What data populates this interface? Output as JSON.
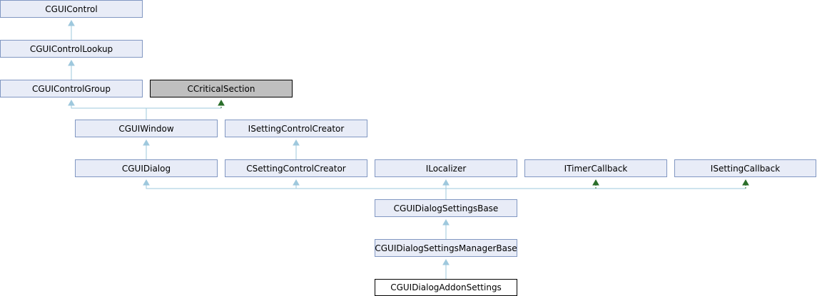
{
  "nodes": {
    "cguicontrol": "CGUIControl",
    "cguicontrollookup": "CGUIControlLookup",
    "cguicontrolgroup": "CGUIControlGroup",
    "ccriticalsection": "CCriticalSection",
    "cguiwindow": "CGUIWindow",
    "isettingcontrolcreator": "ISettingControlCreator",
    "cguidialog": "CGUIDialog",
    "csettingcontrolcreator": "CSettingControlCreator",
    "ilocalizer": "ILocalizer",
    "itimercallback": "ITimerCallback",
    "isettingcallback": "ISettingCallback",
    "cguidialogsettingsbase": "CGUIDialogSettingsBase",
    "cguidialogsettingsmanagerbase": "CGUIDialogSettingsManagerBase",
    "cguidialogaddonsettings": "CGUIDialogAddonSettings"
  },
  "colors": {
    "node_fill": "#e8ecf7",
    "node_border": "#8197c2",
    "highlight_fill": "#bfbfbf",
    "edge_public": "#9ec8dd",
    "edge_protected": "#2a6e2a"
  }
}
